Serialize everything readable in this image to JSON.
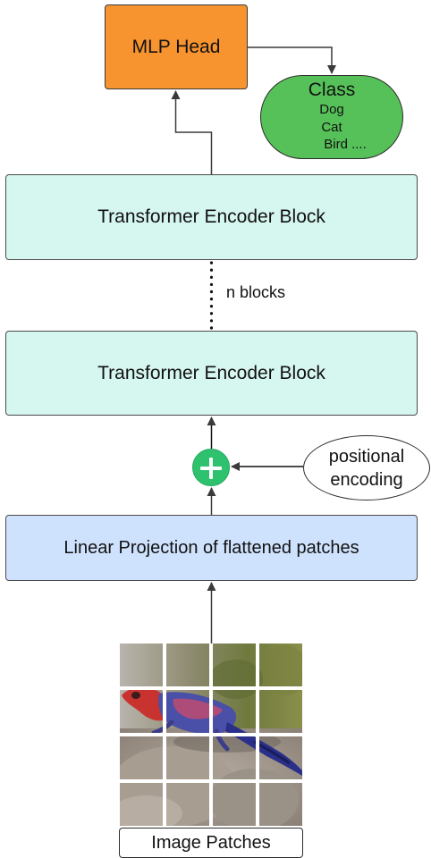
{
  "mlp_head": "MLP Head",
  "class_box": {
    "title": "Class",
    "items": [
      "Dog",
      "Cat",
      "Bird ...."
    ]
  },
  "encoder_top": "Transformer Encoder Block",
  "n_blocks": "n blocks",
  "encoder_bottom": "Transformer Encoder Block",
  "positional": {
    "line1": "positional",
    "line2": "encoding"
  },
  "linear_projection": "Linear Projection of flattened patches",
  "image_patches_label": "Image Patches",
  "colors": {
    "mlp": "#f7942f",
    "class": "#56c159",
    "encoder": "#d6f6f0",
    "linear": "#cfe2fd",
    "plus": "#2ec26f"
  },
  "plus_icon": "plus-circle-icon",
  "image_patches": {
    "rows": 4,
    "cols": 4
  }
}
